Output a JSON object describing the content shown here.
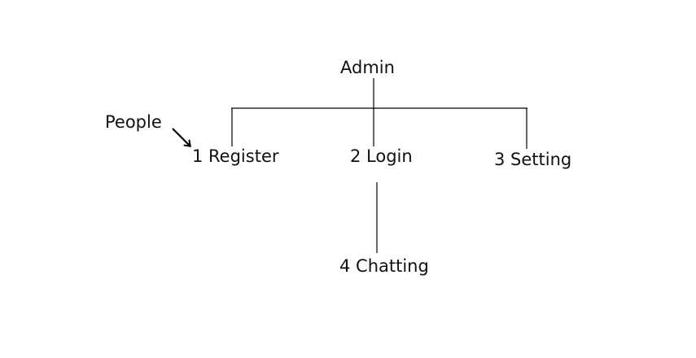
{
  "diagram": {
    "root": {
      "label": "Admin"
    },
    "actor": {
      "label": "People"
    },
    "children": [
      {
        "label": "1 Register"
      },
      {
        "label": "2 Login"
      },
      {
        "label": "3 Setting"
      }
    ],
    "grandchild": {
      "label": "4 Chatting"
    },
    "colors": {
      "line": "#000000",
      "text": "#111111",
      "background": "#ffffff"
    }
  }
}
